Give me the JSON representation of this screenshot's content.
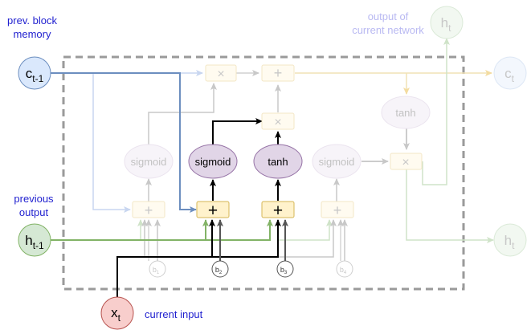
{
  "labels": {
    "prev_block_memory_line1": "prev. block",
    "prev_block_memory_line2": "memory",
    "output_current_network_line1": "output of",
    "output_current_network_line2": "current network",
    "previous_output_line1": "previous",
    "previous_output_line2": "output",
    "current_input": "current input"
  },
  "nodes": {
    "c_prev": {
      "base": "c",
      "sub": "t-1"
    },
    "h_prev": {
      "base": "h",
      "sub": "t-1"
    },
    "x_t": {
      "base": "x",
      "sub": "t"
    },
    "c_t": {
      "base": "c",
      "sub": "t"
    },
    "h_t_out": {
      "base": "h",
      "sub": "t"
    },
    "h_t_top": {
      "base": "h",
      "sub": "t"
    }
  },
  "gates": {
    "sigmoid_forget": "sigmoid",
    "sigmoid_input": "sigmoid",
    "tanh_candidate": "tanh",
    "sigmoid_output": "sigmoid",
    "tanh_cell": "tanh"
  },
  "operators": {
    "multiply": "×",
    "add": "+"
  },
  "biases": {
    "b1": {
      "base": "b",
      "sub": "1"
    },
    "b2": {
      "base": "b",
      "sub": "2"
    },
    "b3": {
      "base": "b",
      "sub": "3"
    },
    "b4": {
      "base": "b",
      "sub": "4"
    }
  },
  "colors": {
    "blue_node_fill": "#dae8fc",
    "blue_node_stroke": "#6c8ebf",
    "green_node_fill": "#d5e8d4",
    "green_node_stroke": "#82b366",
    "red_node_fill": "#f8cecc",
    "red_node_stroke": "#b85450",
    "purple_node_fill": "#e1d5e7",
    "purple_node_stroke": "#9673a6",
    "yellow_box_fill": "#fff2cc",
    "yellow_box_stroke": "#d6b656",
    "blue_arrow": "#6c8ebf",
    "green_arrow": "#82b366",
    "label_blue": "#1f1fcf"
  }
}
